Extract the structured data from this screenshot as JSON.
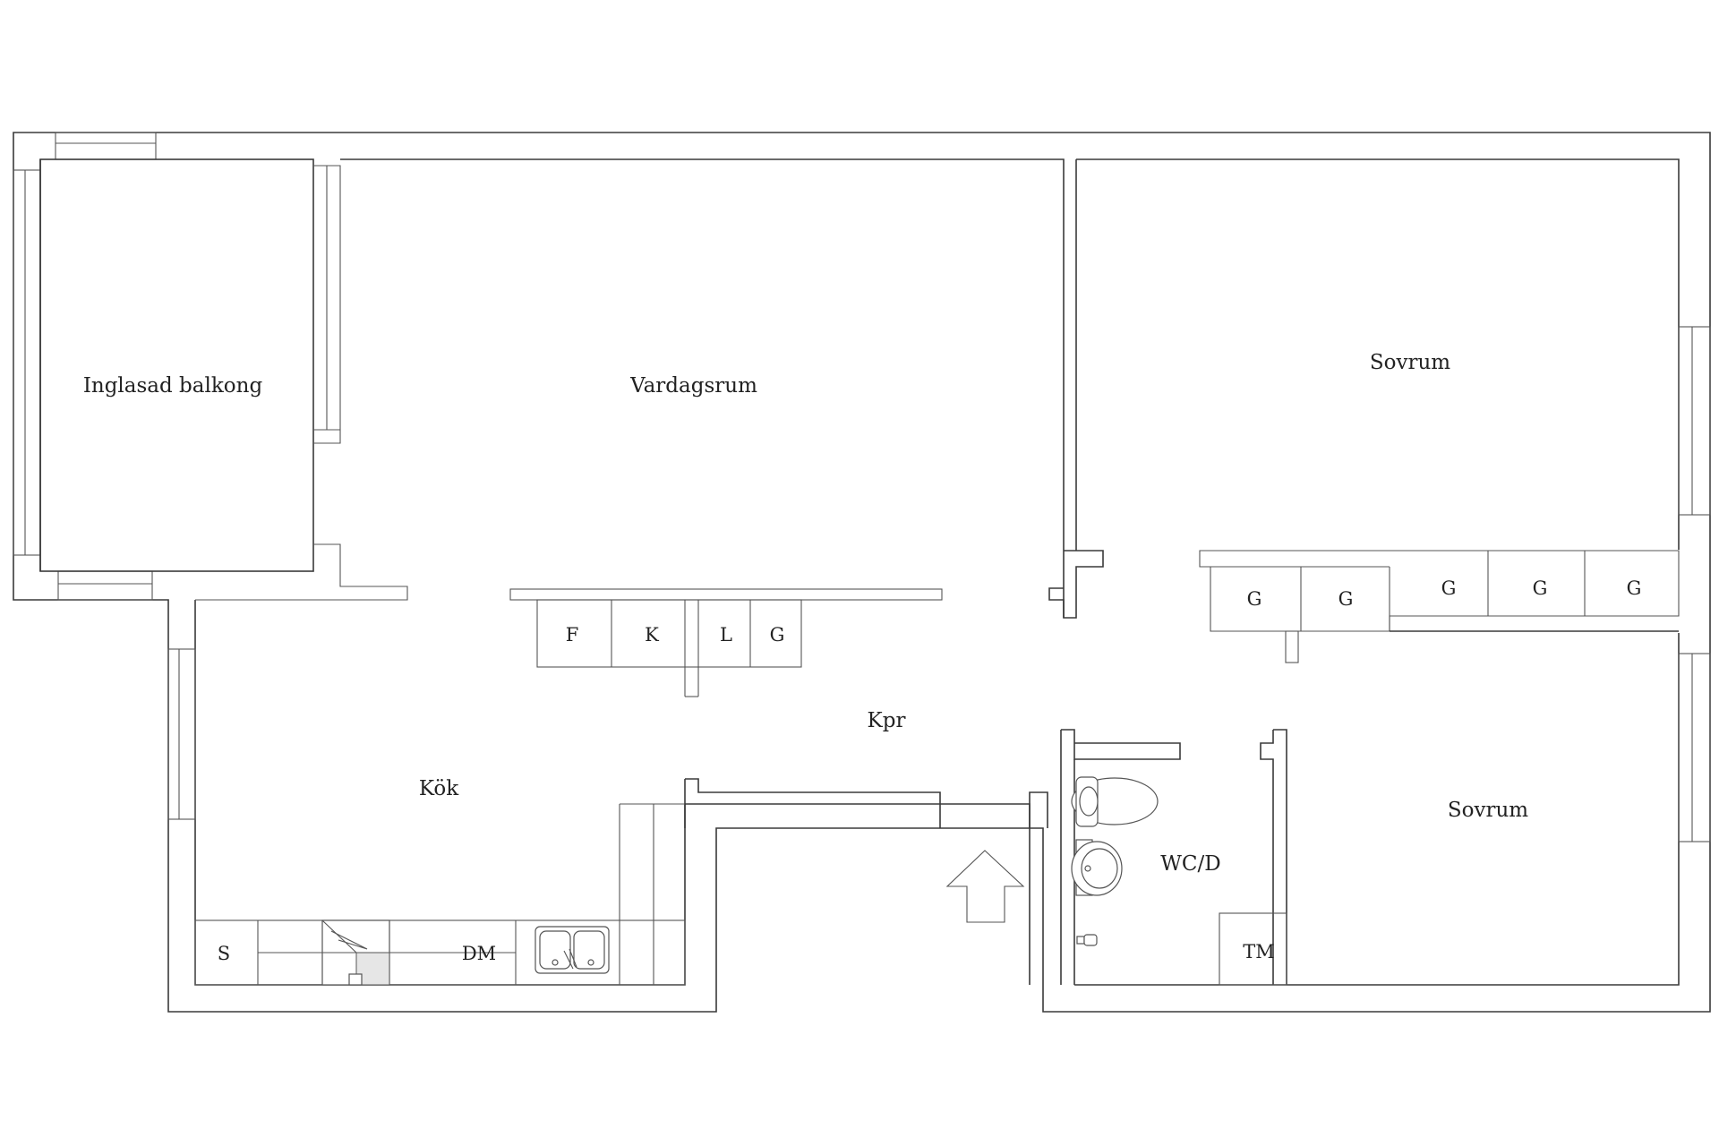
{
  "rooms": {
    "balcony": "Inglasad balkong",
    "living_room": "Vardagsrum",
    "bedroom_1": "Sovrum",
    "bedroom_2": "Sovrum",
    "kitchen": "Kök",
    "hallway": "Kpr",
    "bathroom": "WC/D"
  },
  "hall_storage": [
    "F",
    "K",
    "L",
    "G"
  ],
  "bedroom_wardrobes": [
    "G",
    "G",
    "G",
    "G",
    "G"
  ],
  "kitchen_units": {
    "stove": "S",
    "dishwasher": "DM"
  },
  "bathroom_units": {
    "washing_machine": "TM"
  },
  "colors": {
    "line": "#3a3a3a",
    "background": "#ffffff"
  },
  "icons": [
    "entrance-arrow-icon",
    "toilet-icon",
    "washbasin-icon",
    "sink-icon",
    "range-hood-icon",
    "faucet-icon"
  ]
}
